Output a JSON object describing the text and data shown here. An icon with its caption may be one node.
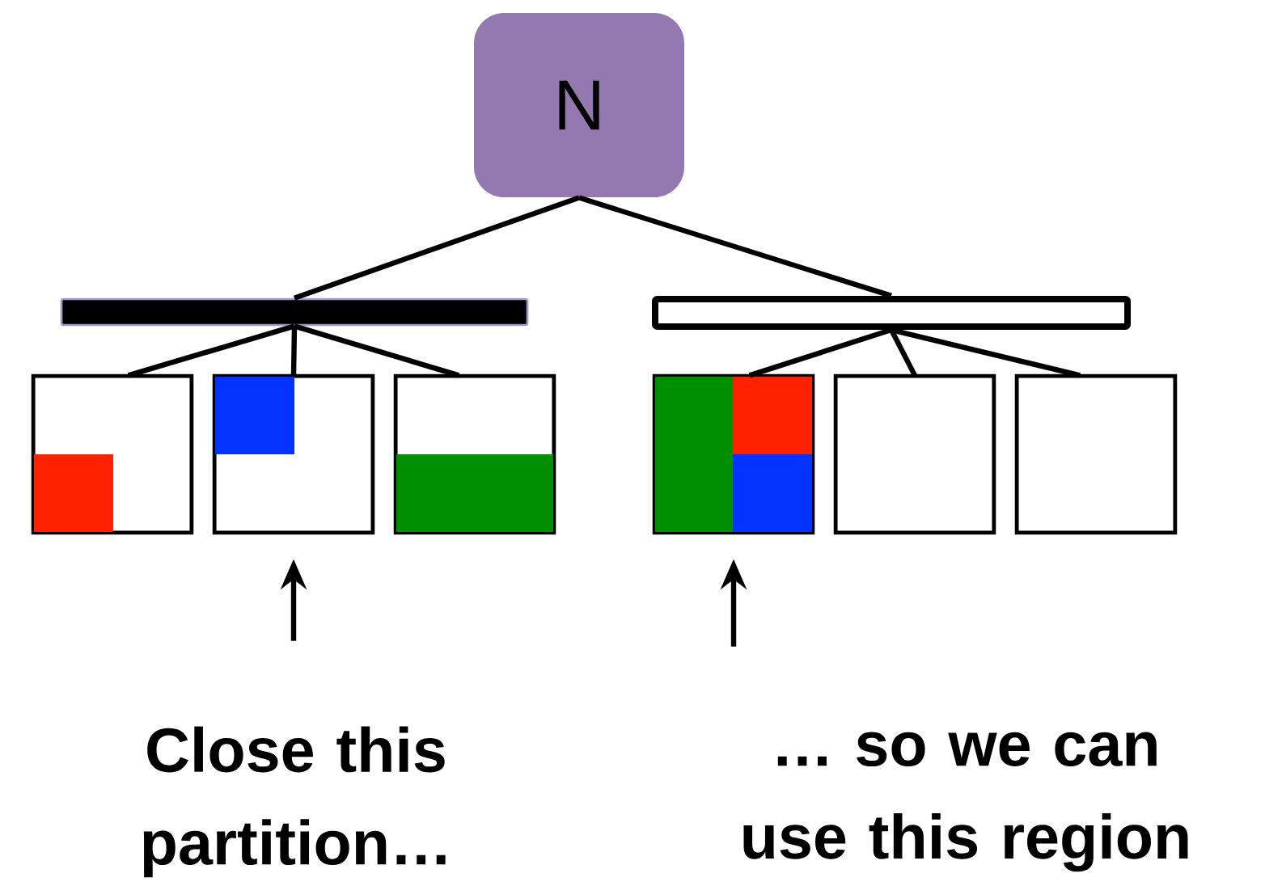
{
  "diagram": {
    "nodes": [
      {
        "text": [
          "N"
        ]
      },
      {
        "text": [],
        "shape": "bar"
      },
      {
        "text": [],
        "shape": "bar"
      },
      {
        "text": [],
        "shape": "box"
      },
      {
        "text": [],
        "shape": "box"
      },
      {
        "text": [],
        "shape": "box"
      },
      {
        "text": [],
        "shape": "box"
      },
      {
        "text": [],
        "shape": "box"
      },
      {
        "text": [],
        "shape": "box"
      },
      {
        "text": [
          "Close this partition…"
        ]
      },
      {
        "text": [
          "… so we can use this region"
        ]
      }
    ],
    "edges": [
      {
        "from": 0,
        "to": 1,
        "arrow": "none"
      },
      {
        "from": 0,
        "to": 2,
        "arrow": "none"
      },
      {
        "from": 1,
        "to": 3,
        "arrow": "none"
      },
      {
        "from": 1,
        "to": 4,
        "arrow": "none"
      },
      {
        "from": 1,
        "to": 5,
        "arrow": "none"
      },
      {
        "from": 2,
        "to": 6,
        "arrow": "none"
      },
      {
        "from": 2,
        "to": 7,
        "arrow": "none"
      },
      {
        "from": 2,
        "to": 8,
        "arrow": "none"
      },
      {
        "from": 9,
        "to": 4,
        "arrow": "to"
      },
      {
        "from": 10,
        "to": 6,
        "arrow": "to"
      }
    ]
  }
}
